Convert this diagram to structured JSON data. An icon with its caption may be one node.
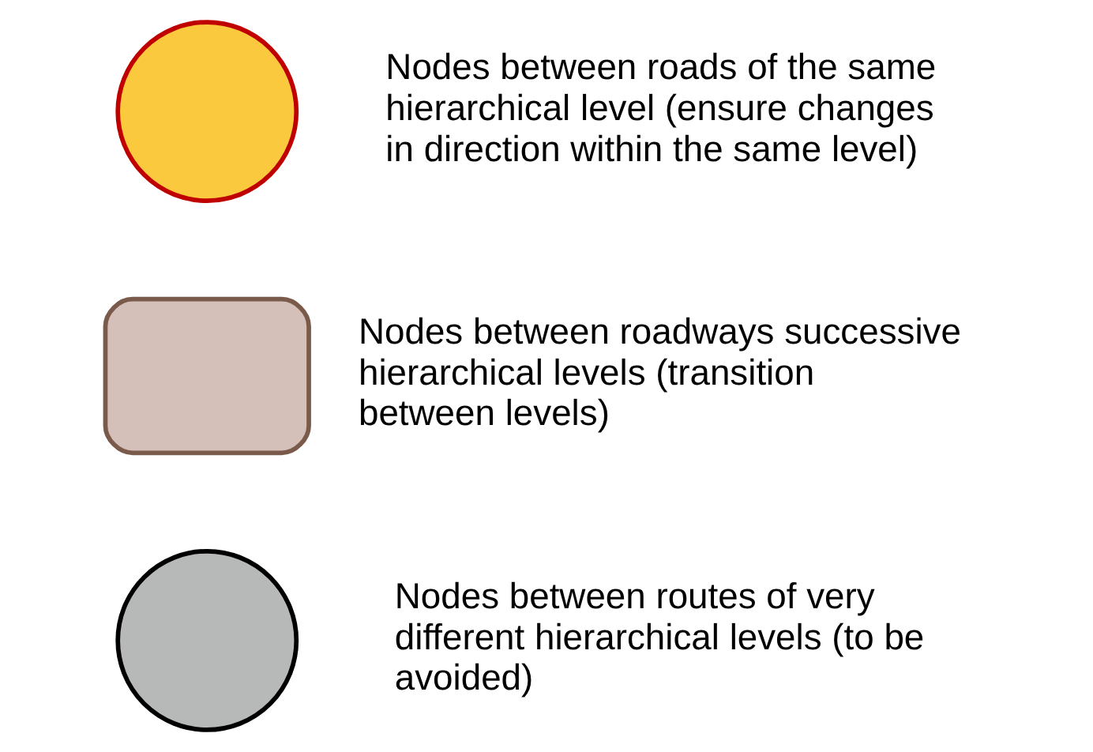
{
  "diagram": {
    "nodes": [
      {
        "text": [],
        "shape": "circle",
        "beside": [
          "Nodes between roads of the same hierarchical level (ensure changes in direction within the same level)"
        ]
      },
      {
        "text": [],
        "shape": "box",
        "beside": [
          "Nodes between roadways successive hierarchical levels (transition between levels)"
        ]
      },
      {
        "text": [],
        "shape": "circle",
        "beside": [
          "Nodes between routes of very different hierarchical levels (to be avoided)"
        ]
      }
    ]
  }
}
